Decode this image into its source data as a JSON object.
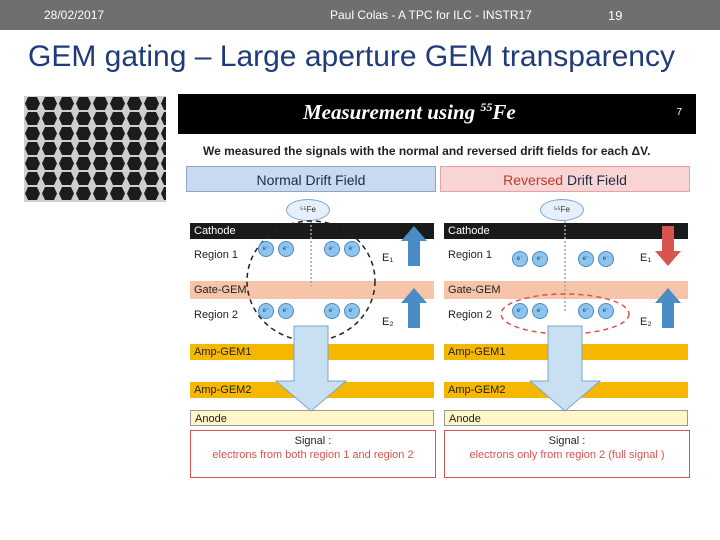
{
  "header": {
    "date": "28/02/2017",
    "center": "Paul Colas - A TPC for ILC - INSTR17",
    "page": "19"
  },
  "title": "GEM gating – Large aperture GEM transparency",
  "slide": {
    "title_prefix": "Measurement using ",
    "title_sup": "55",
    "title_suffix": "Fe",
    "number": "7",
    "intro": "We measured the signals with the normal and reversed drift fields for each ΔV.",
    "normal": {
      "heading": "Normal Drift Field",
      "source": "⁵⁵Fe",
      "cathode": "Cathode",
      "region1": "Region 1",
      "gate": "Gate-GEM",
      "region2": "Region 2",
      "amp1": "Amp-GEM1",
      "amp2": "Amp-GEM2",
      "anode": "Anode",
      "e1": "E₁",
      "e2": "E₂",
      "signal": "Signal :",
      "signal_desc": "electrons from both region 1 and region 2"
    },
    "reversed": {
      "heading_red": "Reversed",
      "heading_rest": " Drift Field",
      "source": "⁵⁵Fe",
      "cathode": "Cathode",
      "region1": "Region 1",
      "gate": "Gate-GEM",
      "region2": "Region 2",
      "amp1": "Amp-GEM1",
      "amp2": "Amp-GEM2",
      "anode": "Anode",
      "e1": "E₁",
      "e2": "E₂",
      "signal": "Signal :",
      "signal_desc": "electrons only from region 2 (full signal )"
    },
    "electron_label": "e⁻"
  }
}
